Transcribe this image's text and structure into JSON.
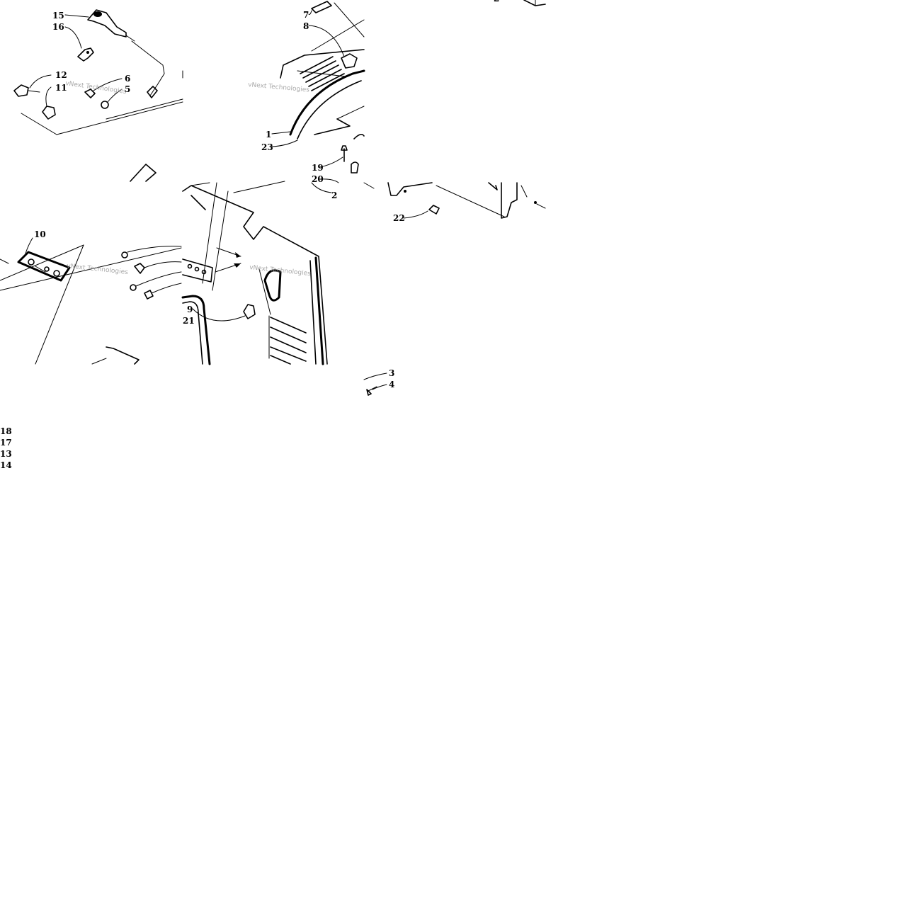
{
  "diagram": {
    "callouts": [
      {
        "id": "c15",
        "label": "15"
      },
      {
        "id": "c16",
        "label": "16"
      },
      {
        "id": "c12",
        "label": "12"
      },
      {
        "id": "c11",
        "label": "11"
      },
      {
        "id": "c6",
        "label": "6"
      },
      {
        "id": "c5",
        "label": "5"
      },
      {
        "id": "c7",
        "label": "7"
      },
      {
        "id": "c8",
        "label": "8"
      },
      {
        "id": "c1",
        "label": "1"
      },
      {
        "id": "c23",
        "label": "23"
      },
      {
        "id": "c19",
        "label": "19"
      },
      {
        "id": "c20",
        "label": "20"
      },
      {
        "id": "c2",
        "label": "2"
      },
      {
        "id": "c22",
        "label": "22"
      },
      {
        "id": "c10",
        "label": "10"
      },
      {
        "id": "c9",
        "label": "9"
      },
      {
        "id": "c21",
        "label": "21"
      },
      {
        "id": "c3",
        "label": "3"
      },
      {
        "id": "c4",
        "label": "4"
      },
      {
        "id": "c18",
        "label": "18"
      },
      {
        "id": "c17",
        "label": "17"
      },
      {
        "id": "c13",
        "label": "13"
      },
      {
        "id": "c14",
        "label": "14"
      }
    ],
    "watermark": "vNext Technologies"
  }
}
